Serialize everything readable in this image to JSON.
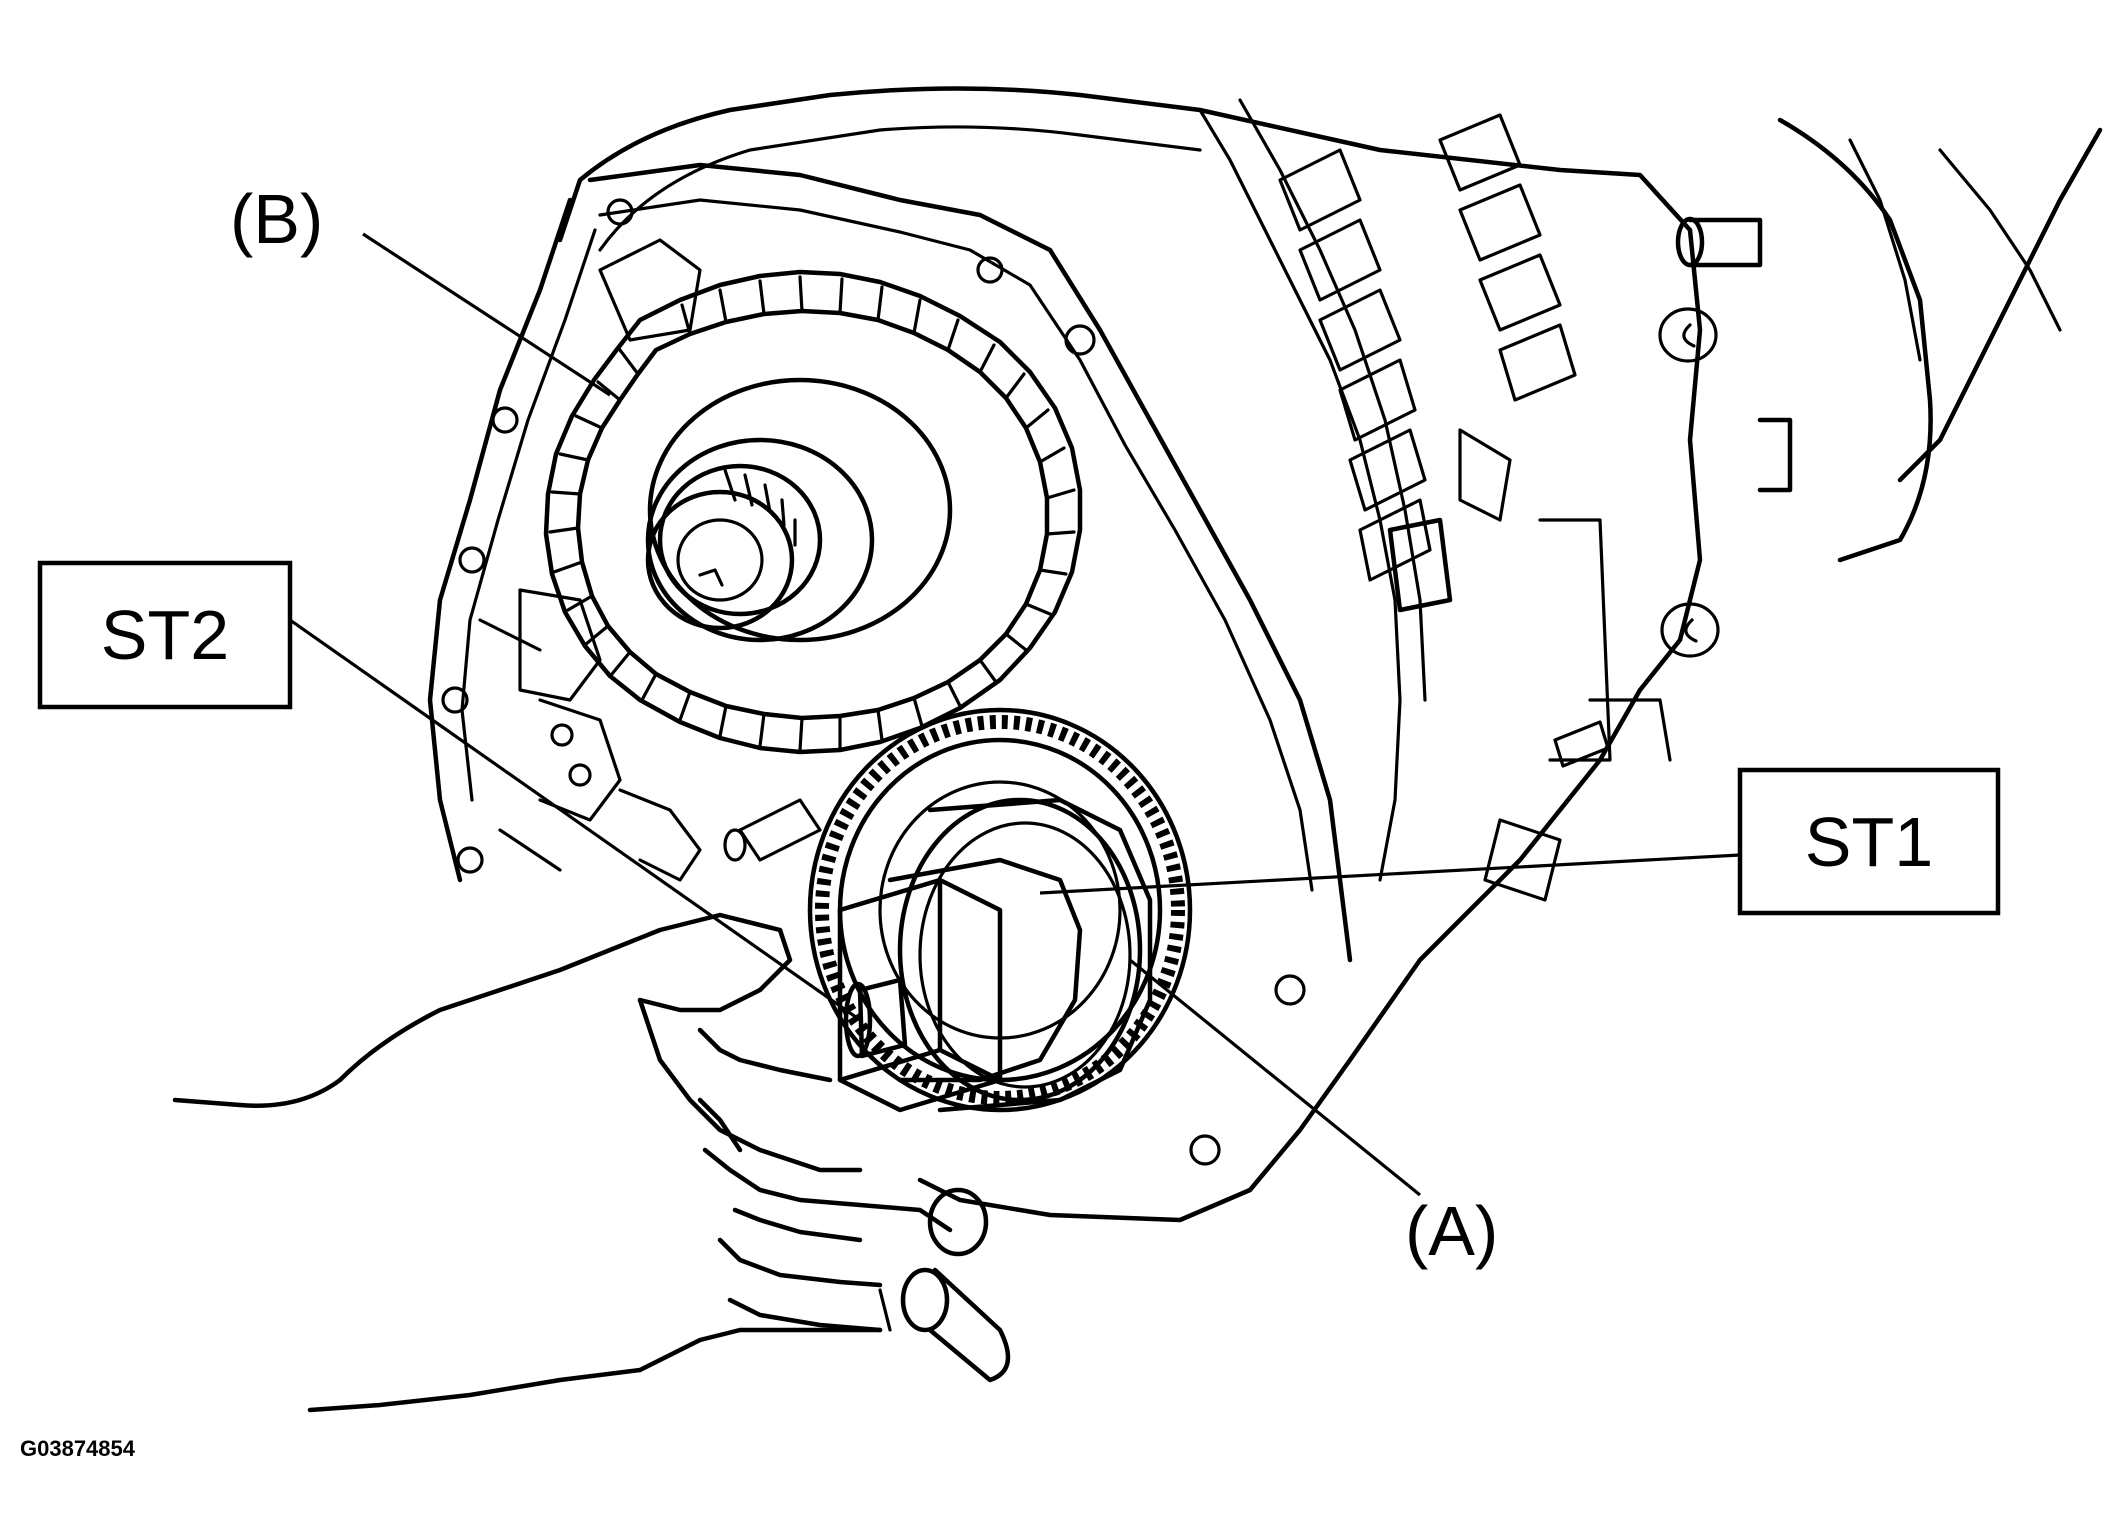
{
  "labels": {
    "b": "(B)",
    "st2": "ST2",
    "st1": "ST1",
    "a": "(A)",
    "figure_code": "G03874854"
  }
}
